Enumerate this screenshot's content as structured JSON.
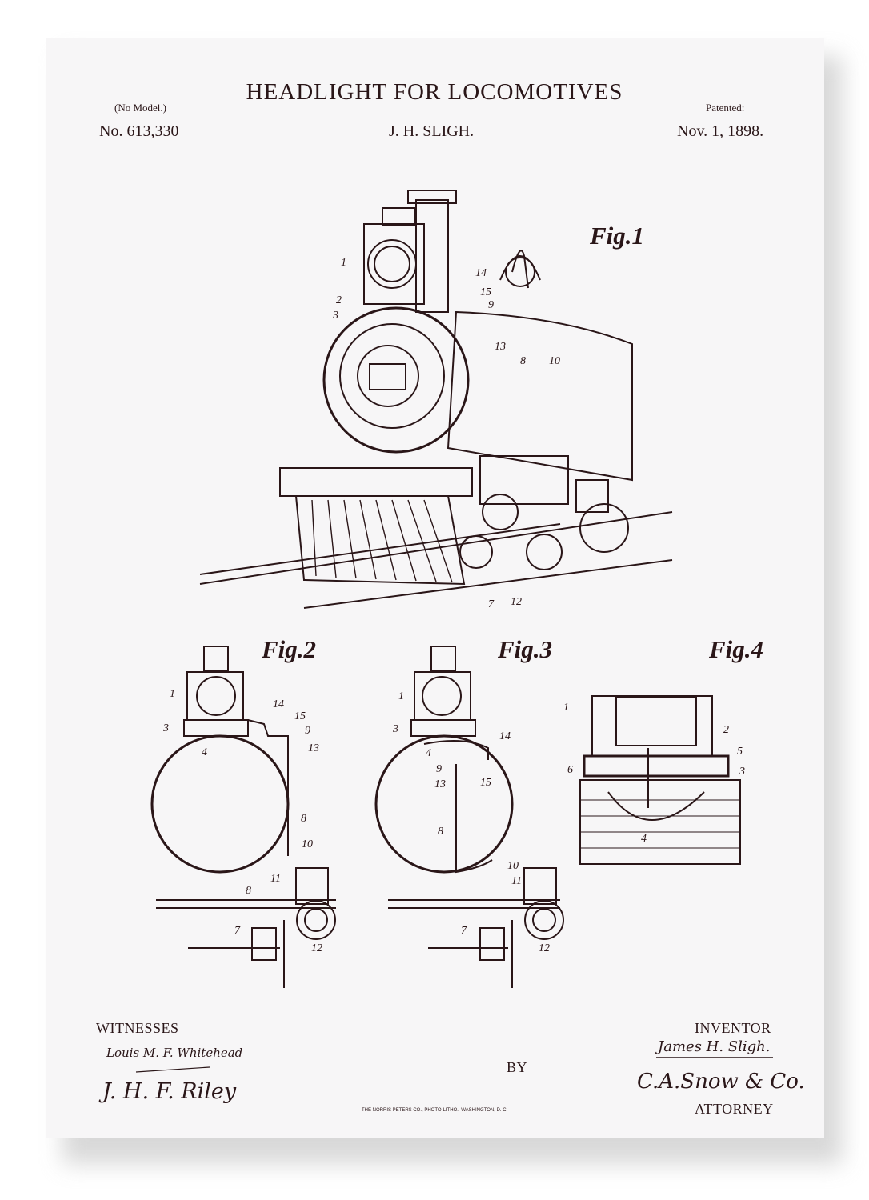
{
  "header": {
    "title": "HEADLIGHT FOR LOCOMOTIVES",
    "model_note": "(No Model.)",
    "patent_number": "No. 613,330",
    "inventor_name": "J. H. SLIGH.",
    "patented_label": "Patented:",
    "patent_date": "Nov. 1, 1898."
  },
  "figures": {
    "fig1": {
      "label": "Fig.1",
      "callouts": [
        "1",
        "2",
        "3",
        "14",
        "15",
        "9",
        "13",
        "8",
        "10",
        "7",
        "12"
      ]
    },
    "fig2": {
      "label": "Fig.2",
      "callouts": [
        "1",
        "14",
        "15",
        "9",
        "3",
        "13",
        "4",
        "8",
        "10",
        "11",
        "8",
        "7",
        "12"
      ]
    },
    "fig3": {
      "label": "Fig.3",
      "callouts": [
        "1",
        "3",
        "14",
        "4",
        "9",
        "15",
        "13",
        "8",
        "10",
        "11",
        "7",
        "12"
      ]
    },
    "fig4": {
      "label": "Fig.4",
      "callouts": [
        "1",
        "2",
        "5",
        "6",
        "3",
        "4"
      ]
    }
  },
  "footer": {
    "witnesses_label": "WITNESSES",
    "witness_1": "Louis M. F. Whitehead",
    "witness_2": "J. H. F. Riley",
    "by_label": "BY",
    "printer": "THE NORRIS PETERS CO., PHOTO-LITHO., WASHINGTON, D. C.",
    "inventor_label": "INVENTOR",
    "inventor_signature": "James H. Sligh.",
    "attorney_signature": "C.A.Snow & Co.",
    "attorney_label": "ATTORNEY"
  },
  "colors": {
    "ink": "#2a1618",
    "paper": "#f7f6f7"
  }
}
